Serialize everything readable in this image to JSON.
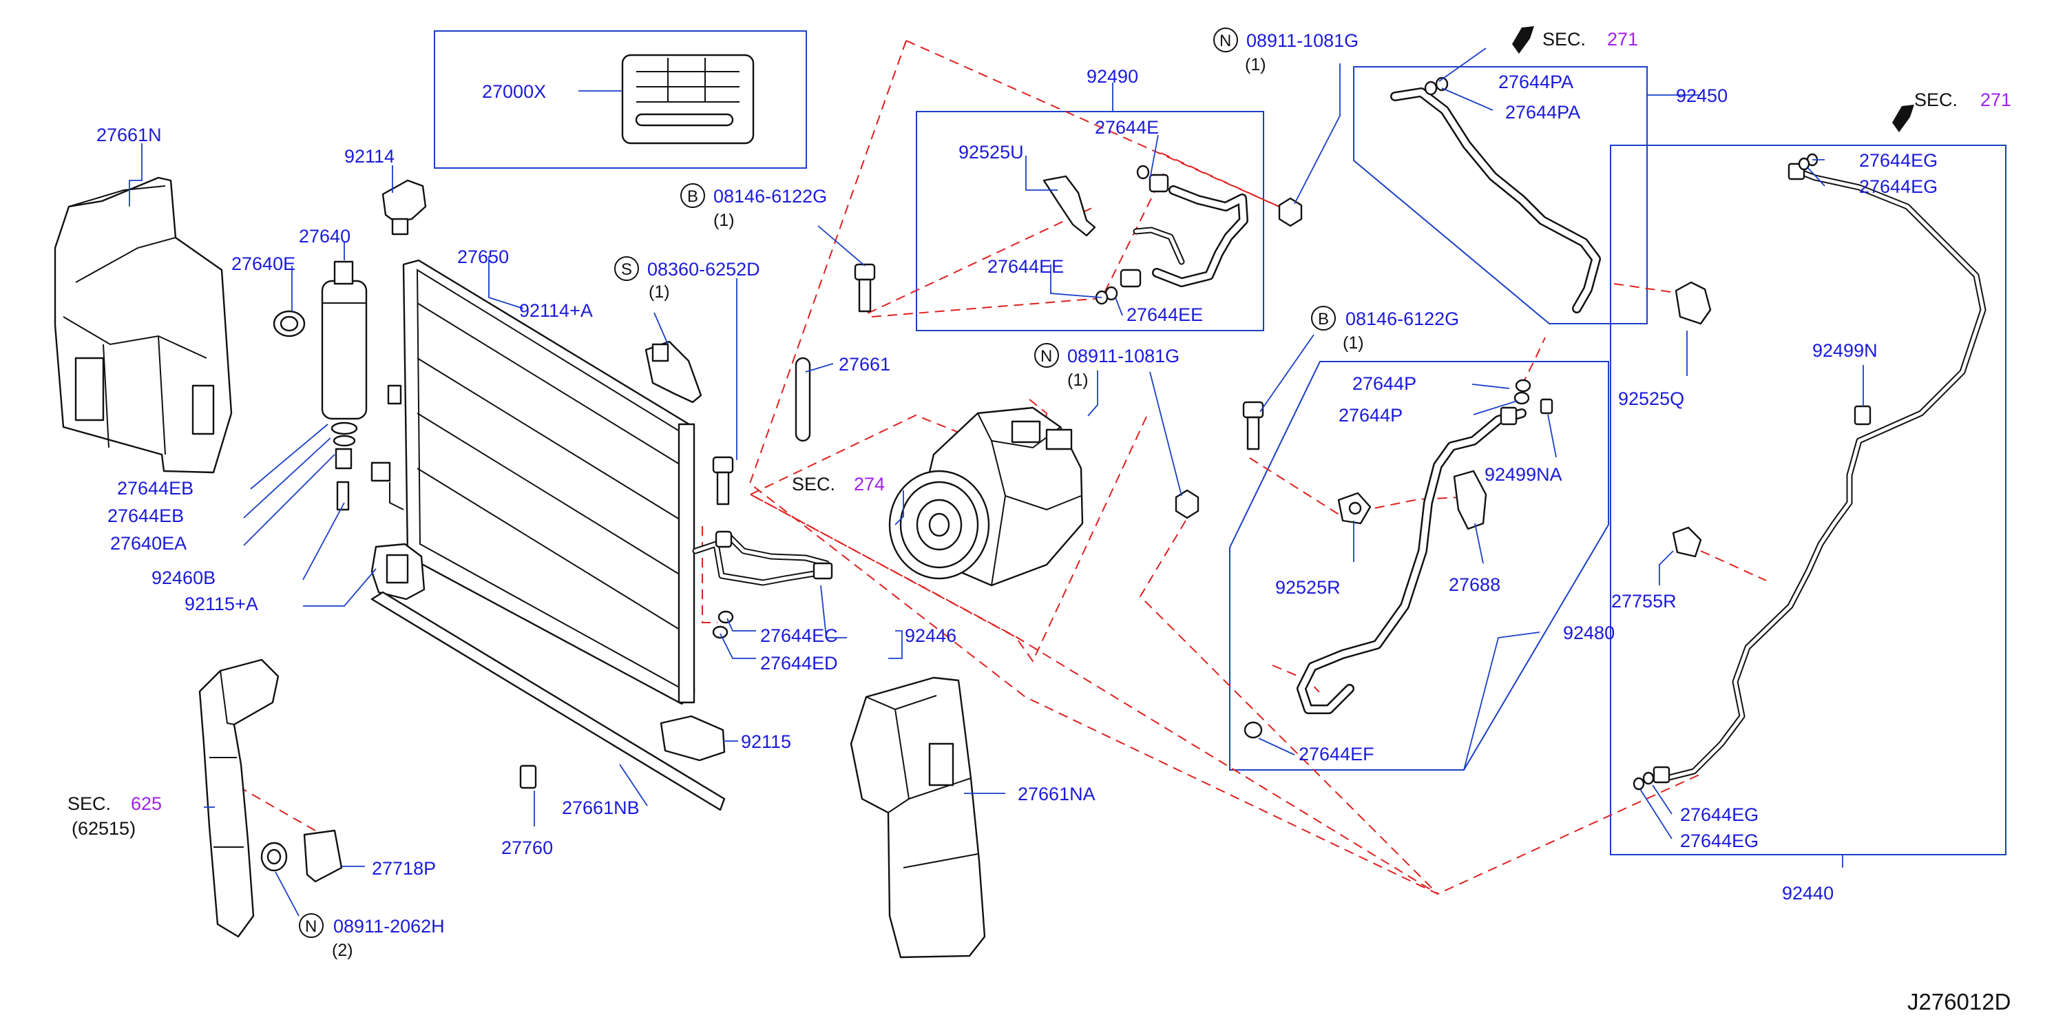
{
  "diagram_code": "J276012D",
  "labels": {
    "p27661N": "27661N",
    "p27640E": "27640E",
    "p27640": "27640",
    "p92114": "92114",
    "p27650": "27650",
    "p92114A": "92114+A",
    "p27000X": "27000X",
    "p27644EB_1": "27644EB",
    "p27644EB_2": "27644EB",
    "p27640EA": "27640EA",
    "p92460B": "92460B",
    "p92115A": "92115+A",
    "p08146_1": "08146-6122G",
    "p08360": "08360-6252D",
    "p27661": "27661",
    "p92490": "92490",
    "p27644E": "27644E",
    "p92525U": "92525U",
    "p27644EE_1": "27644EE",
    "p27644EE_2": "27644EE",
    "p08911_1": "08911-1081G",
    "p08911_2": "08911-1081G",
    "p274": "274",
    "p27644EC": "27644EC",
    "p27644ED": "27644ED",
    "p92446": "92446",
    "p92115": "92115",
    "p27661NB": "27661NB",
    "p27760": "27760",
    "p625": "625",
    "p62515": "(62515)",
    "p27718P": "27718P",
    "p08911_2062": "08911-2062H",
    "p27661NA": "27661NA",
    "p271_1": "271",
    "p27644PA_1": "27644PA",
    "p27644PA_2": "27644PA",
    "p92450": "92450",
    "p92525Q": "92525Q",
    "p08146_2": "08146-6122G",
    "p27644P_1": "27644P",
    "p27644P_2": "27644P",
    "p92499NA": "92499NA",
    "p92525R": "92525R",
    "p27688": "27688",
    "p92480": "92480",
    "p27644EF": "27644EF",
    "p271_2": "271",
    "p27644EG_1": "27644EG",
    "p27644EG_2": "27644EG",
    "p92499N": "92499N",
    "p27755R": "27755R",
    "p27644EG_3": "27644EG",
    "p27644EG_4": "27644EG",
    "p92440": "92440"
  },
  "quantities": {
    "q1": "(1)",
    "q2": "(1)",
    "q3": "(1)",
    "q4": "(1)",
    "q5": "(1)",
    "q6": "(2)"
  },
  "sec_word": "SEC.",
  "circles": {
    "B": "B",
    "S": "S",
    "N": "N"
  },
  "colors": {
    "label": "#1a1adb",
    "leader": "#1a3fc8",
    "dashed": "#e0201f",
    "section_ref": "#a020f0"
  }
}
